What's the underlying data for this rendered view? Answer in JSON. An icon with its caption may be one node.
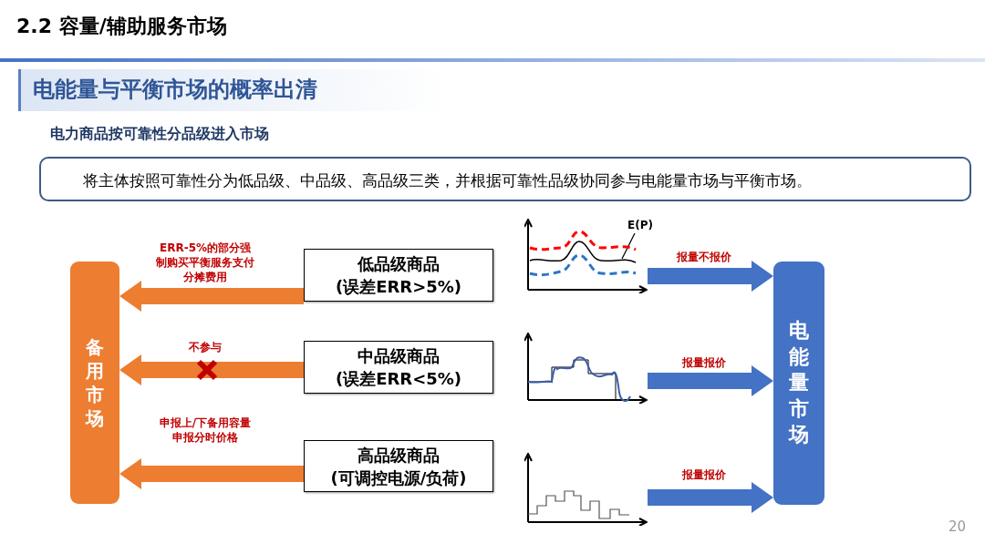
{
  "diagram": {
    "title": "2.2 容量/辅助服务市场",
    "nodes": [
      {
        "text": [
          "将主体按照可靠性分为低品级、中品级、高品级三类，并根据可靠性品级协同参与电能量市场与平衡市场。"
        ]
      },
      {
        "text": [
          "备用市场"
        ]
      },
      {
        "text": [
          "低品级商品",
          "(误差ERR>5%)"
        ]
      },
      {
        "text": [
          "中品级商品",
          "(误差ERR<5%)"
        ]
      },
      {
        "text": [
          "高品级商品",
          "(可调控电源/负荷)"
        ]
      },
      {
        "text": [],
        "shape": "picture"
      },
      {
        "text": [
          "E(P)"
        ]
      },
      {
        "text": [],
        "shape": "picture"
      },
      {
        "text": [],
        "shape": "picture"
      },
      {
        "text": [
          "电能量市场"
        ]
      }
    ],
    "edges": [
      {
        "from": 2,
        "to": 1,
        "arrow": "to",
        "label": "ERR-5%的部分强制购买平衡服务支付分摊费用",
        "color": "#ed7d31"
      },
      {
        "from": 3,
        "to": 1,
        "arrow": "to",
        "label": "不参与",
        "color": "#ed7d31"
      },
      {
        "from": 4,
        "to": 1,
        "arrow": "to",
        "label": "申报上/下备用容量申报分时价格",
        "color": "#ed7d31"
      },
      {
        "from": 5,
        "to": 9,
        "arrow": "to",
        "label": "报量不报价",
        "color": "#4472c4"
      },
      {
        "from": 7,
        "to": 9,
        "arrow": "to",
        "label": "报量报价",
        "color": "#4472c4"
      },
      {
        "from": 8,
        "to": 9,
        "arrow": "to",
        "label": "报量报价",
        "color": "#4472c4"
      },
      {
        "from": 6,
        "to": 5,
        "arrow": "none"
      }
    ],
    "labels": [
      "电能量与平衡市场的概率出清",
      "电力商品按可靠性分品级进入市场",
      "20"
    ]
  }
}
